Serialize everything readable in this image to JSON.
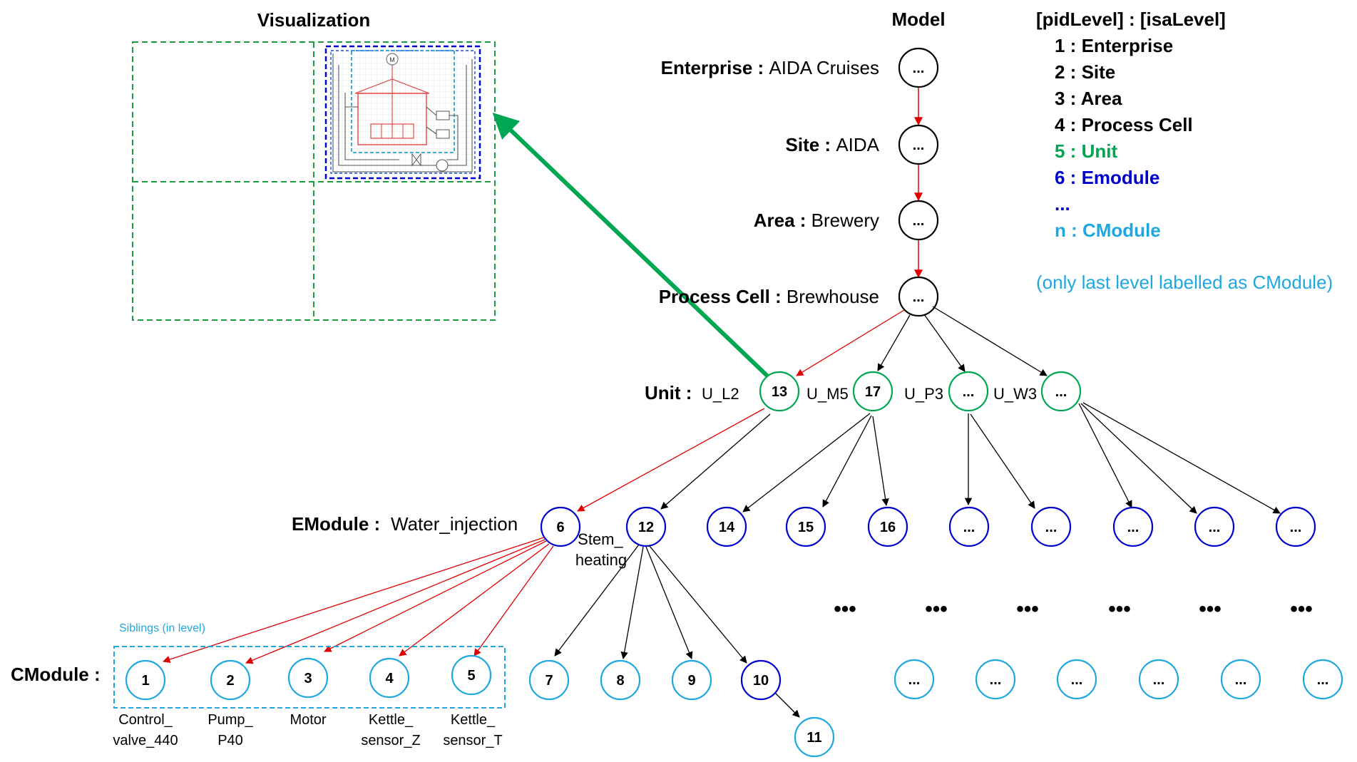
{
  "headings": {
    "visualization": "Visualization",
    "model": "Model"
  },
  "legend": {
    "title": "[pidLevel] : [isaLevel]",
    "lines": [
      {
        "text": "1 : Enterprise",
        "color": "#000000"
      },
      {
        "text": "2 : Site",
        "color": "#000000"
      },
      {
        "text": "3 : Area",
        "color": "#000000"
      },
      {
        "text": "4 : Process Cell",
        "color": "#000000"
      },
      {
        "text": "5 : Unit",
        "color": "#00a651"
      },
      {
        "text": "6 : Emodule",
        "color": "#0000cc"
      },
      {
        "text": "...",
        "color": "#0000cc"
      },
      {
        "text": "n : CModule",
        "color": "#1fa8e0"
      }
    ],
    "note": "(only last level labelled as CModule)"
  },
  "hierarchy": [
    {
      "level": "Enterprise :",
      "value": "AIDA Cruises",
      "node": "..."
    },
    {
      "level": "Site :",
      "value": "AIDA",
      "node": "..."
    },
    {
      "level": "Area :",
      "value": "Brewery",
      "node": "..."
    },
    {
      "level": "Process Cell :",
      "value": "Brewhouse",
      "node": "..."
    }
  ],
  "unit_row": {
    "level": "Unit :",
    "nodes": [
      {
        "label": "13",
        "name": "U_L2"
      },
      {
        "label": "17",
        "name": "U_M5"
      },
      {
        "label": "...",
        "name": "U_P3"
      },
      {
        "label": "...",
        "name": "U_W3"
      }
    ]
  },
  "emodule_row": {
    "level": "EModule :",
    "value": "Water_injection",
    "nodes": [
      "6",
      "12",
      "14",
      "15",
      "16",
      "...",
      "...",
      "...",
      "...",
      "..."
    ],
    "stem_label": [
      "Stem_",
      "heating"
    ]
  },
  "ellipsis_marks": [
    "•••",
    "•••",
    "•••",
    "•••",
    "•••",
    "•••"
  ],
  "cmodule_row": {
    "level": "CModule :",
    "siblings_label": "Siblings (in level)",
    "nodes": [
      "1",
      "2",
      "3",
      "4",
      "5",
      "7",
      "8",
      "9",
      "10",
      "...",
      "...",
      "...",
      "...",
      "...",
      "..."
    ],
    "names": [
      [
        "Control_",
        "valve_440"
      ],
      [
        "Pump_",
        "P40"
      ],
      [
        "Motor"
      ],
      [
        "Kettle_",
        "sensor_Z"
      ],
      [
        "Kettle_",
        "sensor_T"
      ]
    ],
    "extra_node": "11"
  },
  "colors": {
    "green": "#00a651",
    "blue": "#0000cc",
    "cyan": "#1fa8e0",
    "red": "#e00000",
    "grid_green": "#1a9c3e"
  }
}
